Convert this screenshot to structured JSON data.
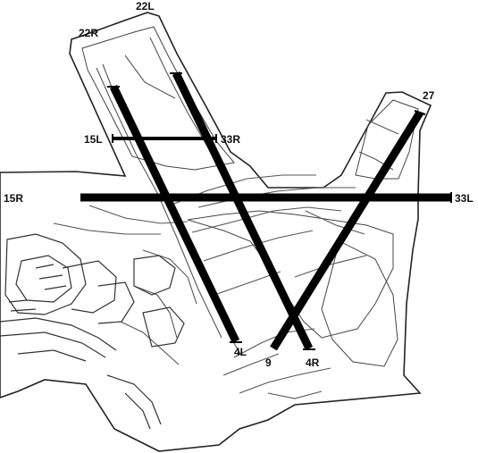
{
  "runways": [
    {
      "id": "4L-22R",
      "ends": [
        "4L",
        "22R"
      ]
    },
    {
      "id": "4R-22L",
      "ends": [
        "4R",
        "22L"
      ]
    },
    {
      "id": "9-27",
      "ends": [
        "9",
        "27"
      ]
    },
    {
      "id": "15R-33L",
      "ends": [
        "15R",
        "33L"
      ]
    },
    {
      "id": "15L-33R",
      "ends": [
        "15L",
        "33R"
      ]
    }
  ],
  "labels": {
    "r22L": "22L",
    "r22R": "22R",
    "r27": "27",
    "r15L": "15L",
    "r33R": "33R",
    "r15R": "15R",
    "r33L": "33L",
    "r4L": "4L",
    "r9": "9",
    "r4R": "4R"
  }
}
